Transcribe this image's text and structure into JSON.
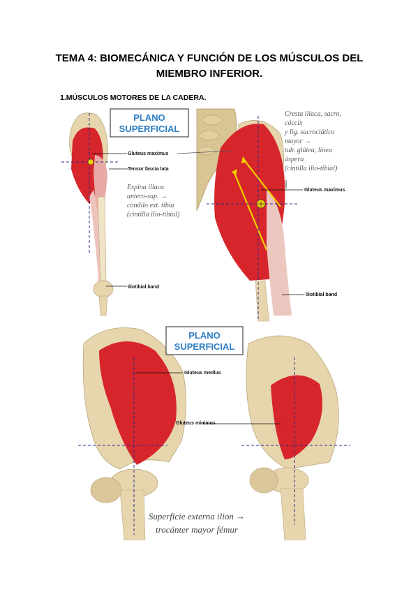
{
  "title_line1": "TEMA 4: BIOMECÁNICA Y FUNCIÓN DE LOS MÚSCULOS DEL",
  "title_line2": "MIEMBRO INFERIOR.",
  "section_heading": "1.MÚSCULOS MOTORES DE LA CADERA.",
  "figure_top": {
    "plano_line1": "PLANO",
    "plano_line2": "SUPERFICIAL",
    "labels": {
      "gluteus_maximus": "Gluteus maximus",
      "tensor_fascia_lata": "Tensor fascia lata",
      "iliotibial_band_left": "Iliotibial band",
      "gluteus_maximus_right": "Gluteus maximus",
      "iliotibial_band_right": "Iliotibial band"
    },
    "tfl_note": [
      "Espina iliaca",
      "antero-sup. →",
      "cóndilo ext. tibia",
      "(cintilla ilio-tibial)"
    ],
    "gmax_note": [
      "Cresta iliaca, sacro,",
      "cóccix",
      "y lig. sacrociático",
      "mayor →",
      "tub. glútea, línea",
      "áspera",
      "(cintilla ilio-tibial)"
    ]
  },
  "figure_bottom": {
    "plano_line1": "PLANO",
    "plano_line2": "SUPERFICIAL",
    "labels": {
      "gluteus_medius": "Gluteus medius",
      "gluteus_minimus": "Gluteus minimus"
    },
    "caption_line1": "Superficie externa ilion →",
    "caption_line2": "trocánter mayor fémur"
  },
  "colors": {
    "muscle": "#d6262b",
    "bone": "#e7d6ad",
    "axis": "#2a2a8c",
    "arrow": "#f2d000",
    "plano_text": "#2d7ec4"
  }
}
